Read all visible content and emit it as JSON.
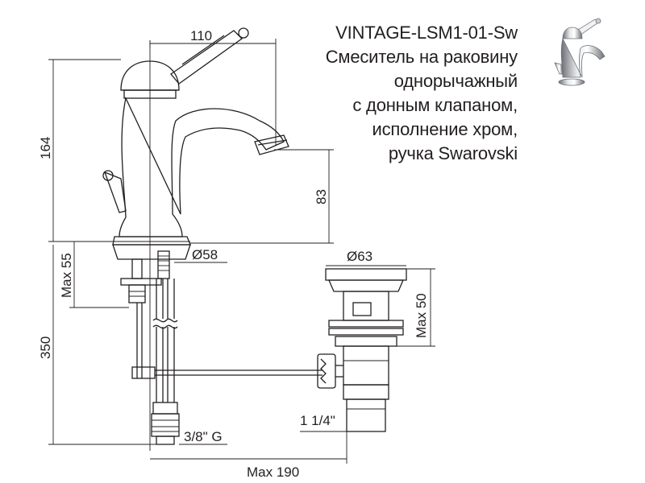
{
  "product": {
    "model": "VINTAGE-LSM1-01-Sw",
    "description_lines": [
      "Смеситель на раковину",
      "однорычажный",
      "с донным клапаном,",
      "исполнение хром,",
      "ручка Swarovski"
    ]
  },
  "dimensions": {
    "handle_reach": "110",
    "total_height": "164",
    "spout_height": "83",
    "base_diameter": "Ø58",
    "max_deck_thickness": "Max 55",
    "hose_length": "350",
    "drain_diameter": "Ø63",
    "drain_max_height": "Max 50",
    "drain_thread": "1 1/4\"",
    "inlet_thread": "3/8\" G",
    "max_pull_rod": "Max 190"
  },
  "colors": {
    "line": "#231f20",
    "chrome_light": "#e6e8ea",
    "chrome_dark": "#6b7076"
  }
}
